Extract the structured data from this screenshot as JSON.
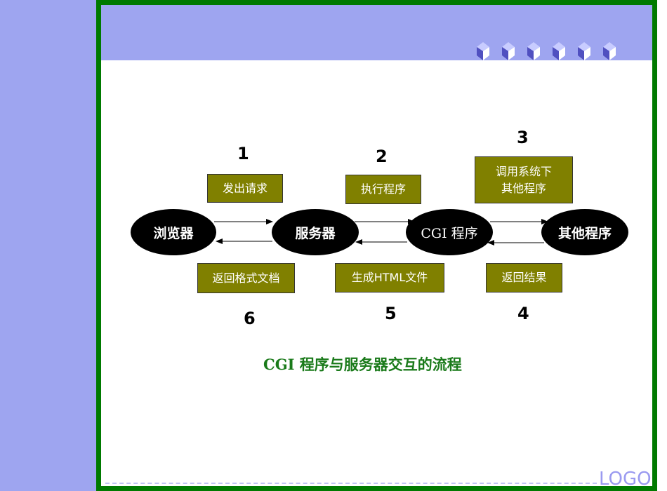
{
  "diagram": {
    "nodes": [
      "浏览器",
      "服务器",
      "CGI 程序",
      "其他程序"
    ],
    "steps": [
      {
        "num": "1",
        "label": "发出请求"
      },
      {
        "num": "2",
        "label": "执行程序"
      },
      {
        "num": "3",
        "label_line1": "调用系统下",
        "label_line2": "其他程序"
      },
      {
        "num": "4",
        "label": "返回结果"
      },
      {
        "num": "5",
        "label": "生成HTML文件"
      },
      {
        "num": "6",
        "label": "返回格式文档"
      }
    ],
    "caption": "CGI 程序与服务器交互的流程"
  },
  "logo": "LOGO",
  "colors": {
    "frame": "#007a00",
    "header": "#9ea5f0",
    "box": "#808000",
    "caption": "#1a7a1a"
  }
}
